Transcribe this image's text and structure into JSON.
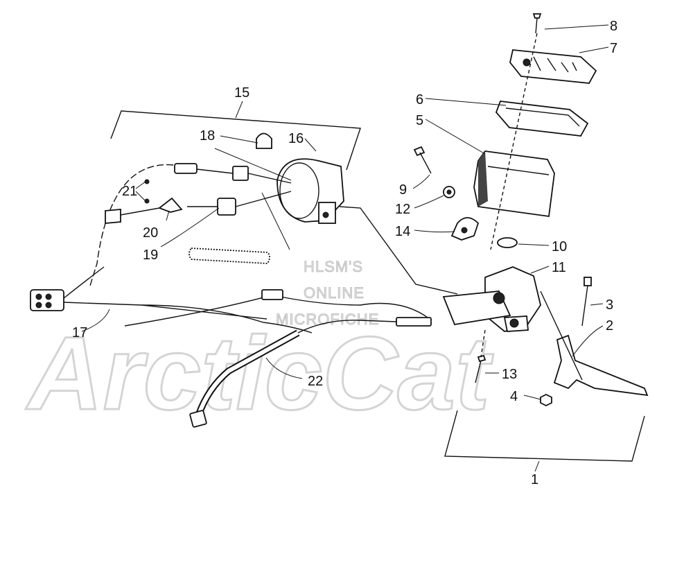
{
  "diagram": {
    "watermark": {
      "lines": [
        "HLSM'S",
        "ONLINE",
        "MICROFICHE"
      ],
      "brand": "ArcticCat"
    },
    "callouts": [
      {
        "id": "1",
        "text": "1"
      },
      {
        "id": "2",
        "text": "2"
      },
      {
        "id": "3",
        "text": "3"
      },
      {
        "id": "4",
        "text": "4"
      },
      {
        "id": "5",
        "text": "5"
      },
      {
        "id": "6",
        "text": "6"
      },
      {
        "id": "7",
        "text": "7"
      },
      {
        "id": "8",
        "text": "8"
      },
      {
        "id": "9",
        "text": "9"
      },
      {
        "id": "10",
        "text": "10"
      },
      {
        "id": "11",
        "text": "11"
      },
      {
        "id": "12",
        "text": "12"
      },
      {
        "id": "13",
        "text": "13"
      },
      {
        "id": "14",
        "text": "14"
      },
      {
        "id": "15",
        "text": "15"
      },
      {
        "id": "16",
        "text": "16"
      },
      {
        "id": "17",
        "text": "17"
      },
      {
        "id": "18",
        "text": "18"
      },
      {
        "id": "19",
        "text": "19"
      },
      {
        "id": "20",
        "text": "20"
      },
      {
        "id": "21",
        "text": "21"
      },
      {
        "id": "22",
        "text": "22"
      }
    ]
  }
}
